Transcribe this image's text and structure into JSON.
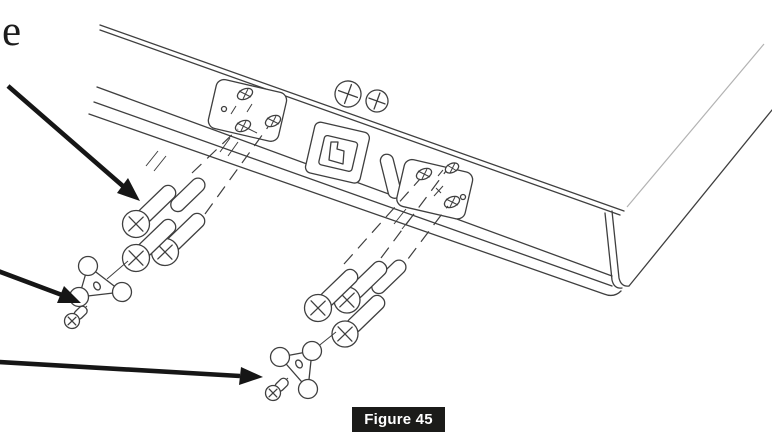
{
  "figure": {
    "label": "Figure 45",
    "background": "#1b1b19",
    "text_color": "#ffffff"
  },
  "cropped_text": {
    "visible_fragment": "e"
  },
  "illustration": {
    "line_color": "#3f3f3f",
    "hidden_edge_color": "#b3b3b3",
    "arrow_color": "#161616",
    "canvas_bg": "#ffffff",
    "parts": [
      {
        "name": "soundbar-underside"
      },
      {
        "name": "mounting-plate-left",
        "screw_holes": 3
      },
      {
        "name": "keyhole-bracket"
      },
      {
        "name": "slot-tab"
      },
      {
        "name": "mounting-plate-right",
        "screw_holes": 3
      },
      {
        "name": "preinstalled-screws",
        "count": 2
      },
      {
        "name": "long-screws-group-left",
        "count": 4
      },
      {
        "name": "long-screws-group-right",
        "count": 4
      },
      {
        "name": "wall-spacer-left"
      },
      {
        "name": "wall-spacer-right"
      },
      {
        "name": "small-screw-left",
        "count": 1
      },
      {
        "name": "small-screw-right",
        "count": 1
      }
    ],
    "arrows": [
      {
        "name": "arrow-to-long-screws",
        "points_to": "long-screws-group-left"
      },
      {
        "name": "arrow-to-wall-spacer-left",
        "points_to": "wall-spacer-left"
      },
      {
        "name": "arrow-to-wall-spacer-right",
        "points_to": "wall-spacer-right"
      }
    ]
  }
}
